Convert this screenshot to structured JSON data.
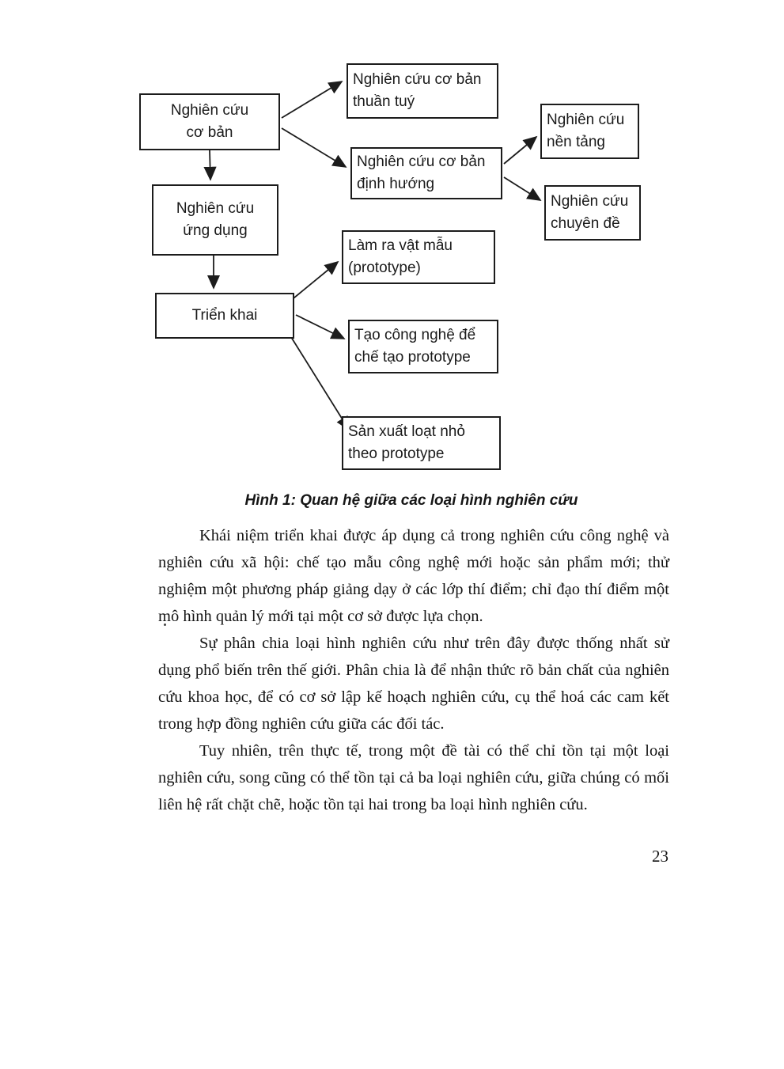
{
  "figure": {
    "caption_label": "Hình 1:",
    "caption_text": " Quan hệ giữa các loại hình nghiên cứu",
    "nodes": {
      "co_ban": "Nghiên cứu\ncơ bản",
      "ung_dung": "Nghiên cứu\nứng dụng",
      "trien_khai": "Triển khai",
      "thuan_tuy": "Nghiên cứu cơ bản\nthuần tuý",
      "dinh_huong": "Nghiên cứu cơ bản\nđịnh hướng",
      "nen_tang": "Nghiên cứu\nnền tảng",
      "chuyen_de": "Nghiên cứu\nchuyên đề",
      "prototype": "Làm ra vật mẫu\n(prototype)",
      "cong_nghe": "Tạo công nghệ để\nchế tạo prototype",
      "san_xuat": "Sản xuất loạt nhỏ\ntheo prototype"
    }
  },
  "body": {
    "paragraphs": [
      "Khái niệm triển khai được áp dụng cả trong nghiên cứu công nghệ và nghiên cứu xã hội: chế tạo mẫu công nghệ mới hoặc sản phẩm mới; thử nghiệm một phương pháp giảng dạy ở các lớp thí điểm; chỉ đạo thí điểm một mô hình quản lý mới tại một cơ sở được lựa chọn.",
      "Sự phân chia loại hình nghiên cứu như trên đây được thống nhất sử dụng phổ biến trên thế giới. Phân chia là để nhận thức rõ bản chất của nghiên cứu khoa học, để có cơ sở lập kế hoạch nghiên cứu, cụ thể hoá các cam kết trong hợp đồng nghiên cứu giữa các đối tác.",
      "Tuy nhiên, trên thực tế, trong một đề tài có thể chỉ tồn tại một loại nghiên cứu, song cũng có thể tồn tại cả ba loại nghiên cứu, giữa chúng có mối liên hệ rất chặt chẽ, hoặc tồn tại hai trong ba loại hình nghiên cứu."
    ]
  },
  "page": {
    "number": "23"
  }
}
